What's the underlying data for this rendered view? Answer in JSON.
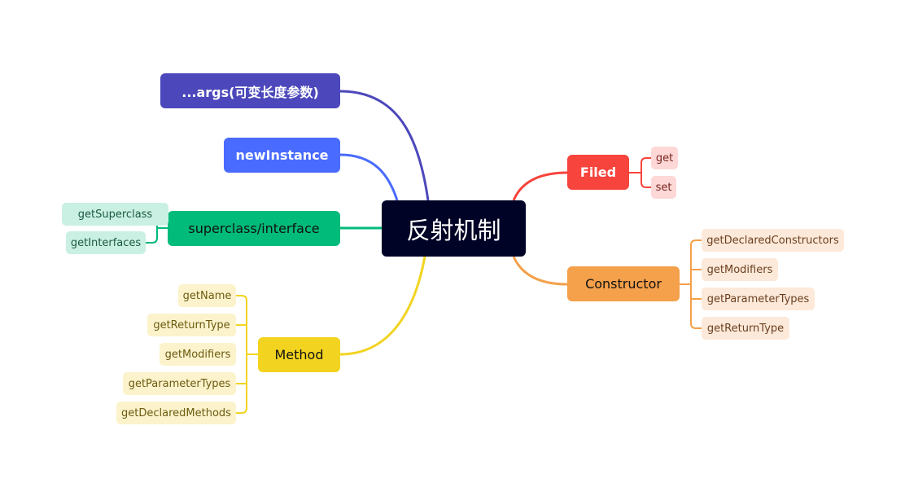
{
  "root": {
    "label": "反射机制",
    "color": "#000226"
  },
  "branches": {
    "args": {
      "label": "...args(可变长度参数)",
      "color": "#4c48bb"
    },
    "newInstance": {
      "label": "newInstance",
      "color": "#4a6bff"
    },
    "superclass": {
      "label": "superclass/interface",
      "color": "#00bb7a",
      "children": [
        "getSuperclass",
        "getInterfaces"
      ]
    },
    "method": {
      "label": "Method",
      "color": "#f2d420",
      "children": [
        "getName",
        "getReturnType",
        "getModifiers",
        "getParameterTypes",
        "getDeclaredMethods"
      ]
    },
    "filed": {
      "label": "Filed",
      "color": "#f7443c",
      "children": [
        "get",
        "set"
      ]
    },
    "constructor": {
      "label": "Constructor",
      "color": "#f5a04a",
      "children": [
        "getDeclaredConstructors",
        "getModifiers",
        "getParameterTypes",
        "getReturnType"
      ]
    }
  }
}
